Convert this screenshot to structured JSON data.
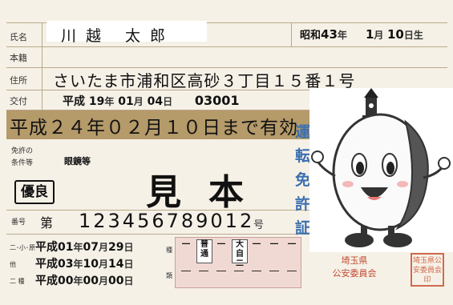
{
  "labels": {
    "name": "氏名",
    "domicile": "本籍",
    "address": "住所",
    "issue": "交付",
    "conditions_1": "免許の",
    "conditions_2": "条件等",
    "number": "番号",
    "cat_1": "二･小･原",
    "cat_2": "他",
    "cat_3": "二 種",
    "kind": "種",
    "type": "類",
    "number_suffix": "号",
    "number_prefix": "第"
  },
  "holder": {
    "name": "川越 太郎",
    "dob_era": "昭和",
    "dob_year": "43",
    "dob_month": "1",
    "dob_day": "10",
    "dob_suffix": "日生"
  },
  "address": "さいたま市浦和区高砂３丁目１５番１号",
  "issue": {
    "era": "平成",
    "year": "19",
    "month": "01",
    "day": "04",
    "serial": "03001"
  },
  "expiry": "平成２４年０２月１０日まで有効",
  "conditions": "眼鏡等",
  "status_badge": "優良",
  "sample_mark": "見本",
  "license_number": "123456789012",
  "category_dates": [
    {
      "label": "二･小･原",
      "era": "平成",
      "y": "01",
      "m": "07",
      "d": "29"
    },
    {
      "label": "他",
      "era": "平成",
      "y": "03",
      "m": "10",
      "d": "14"
    },
    {
      "label": "二 種",
      "era": "平成",
      "y": "00",
      "m": "00",
      "d": "00"
    }
  ],
  "units": {
    "year": "年",
    "month": "月",
    "day": "日"
  },
  "license_types": [
    "―",
    "普通",
    "―",
    "大自二",
    "―",
    "―",
    "―"
  ],
  "license_types_2": [
    "―",
    "―",
    "―",
    "―",
    "―",
    "―",
    "―"
  ],
  "vertical_text": [
    "運",
    "転",
    "免",
    "許",
    "証"
  ],
  "issuer": {
    "line1": "埼玉県",
    "line2": "公安委員会",
    "stamp": "埼玉県公安委員会印"
  },
  "colors": {
    "accent_blue": "#3a6fb0",
    "seal_red": "#c04a30",
    "band": "#b59a6a"
  }
}
